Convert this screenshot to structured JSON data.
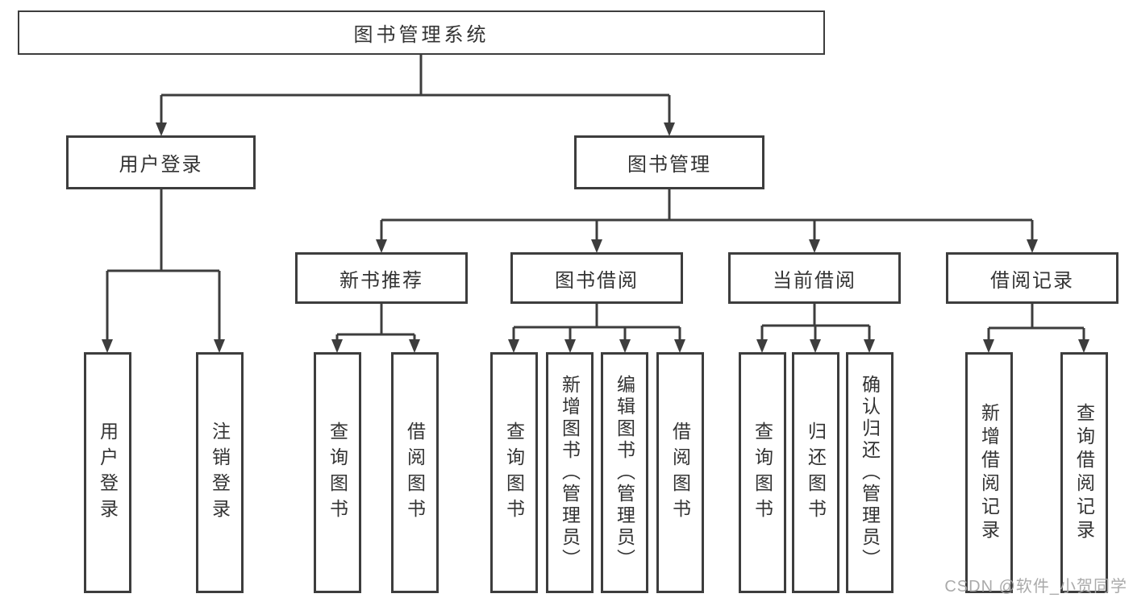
{
  "diagram": {
    "root": {
      "label": "图书管理系统"
    },
    "level2": [
      {
        "label": "用户登录"
      },
      {
        "label": "图书管理"
      }
    ],
    "level3": [
      {
        "label": "新书推荐"
      },
      {
        "label": "图书借阅"
      },
      {
        "label": "当前借阅"
      },
      {
        "label": "借阅记录"
      }
    ],
    "leaves": [
      {
        "label": "用户登录"
      },
      {
        "label": "注销登录"
      },
      {
        "label": "查询图书"
      },
      {
        "label": "借阅图书"
      },
      {
        "label": "查询图书"
      },
      {
        "label": "新增图书（管理员）"
      },
      {
        "label": "编辑图书（管理员）"
      },
      {
        "label": "借阅图书"
      },
      {
        "label": "查询图书"
      },
      {
        "label": "归还图书"
      },
      {
        "label": "确认归还（管理员）"
      },
      {
        "label": "新增借阅记录"
      },
      {
        "label": "查询借阅记录"
      }
    ],
    "colors": {
      "line": "#3d3d3d",
      "text": "#333333",
      "background": "#ffffff",
      "watermark": "#a5a5a5"
    }
  },
  "watermark": {
    "text": "CSDN @软件_小贺同学"
  }
}
